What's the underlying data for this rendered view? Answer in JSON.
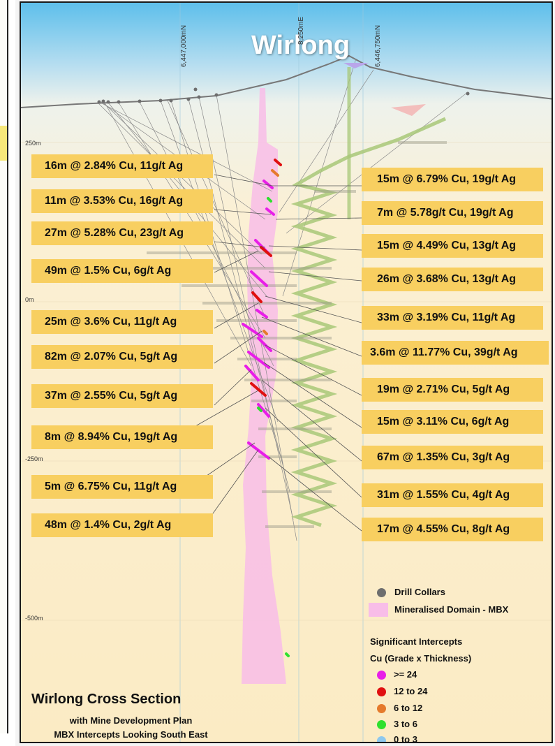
{
  "title": "Wirlong",
  "grid_labels": [
    "6,447,000mN",
    "8,250mE",
    "6,446,750mN"
  ],
  "elevation_labels": [
    "250m",
    "0m",
    "-250m",
    "-500m"
  ],
  "left_intercepts": [
    "16m @ 2.84% Cu, 11g/t Ag",
    "11m @ 3.53% Cu, 16g/t Ag",
    "27m @ 5.28% Cu, 23g/t Ag",
    "49m @ 1.5% Cu, 6g/t Ag",
    "25m @ 3.6% Cu, 11g/t Ag",
    "82m @ 2.07% Cu, 5g/t Ag",
    "37m @ 2.55% Cu, 5g/t Ag",
    "8m @ 8.94% Cu, 19g/t Ag",
    "5m @ 6.75% Cu, 11g/t Ag",
    "48m @ 1.4% Cu, 2g/t Ag"
  ],
  "right_intercepts": [
    "15m @ 6.79% Cu, 19g/t Ag",
    "7m @ 5.78g/t Cu, 19g/t Ag",
    "15m @ 4.49% Cu, 13g/t Ag",
    "26m @ 3.68% Cu, 13g/t Ag",
    "33m @ 3.19% Cu, 11g/t Ag",
    "3.6m @ 11.77% Cu, 39g/t Ag",
    "19m @ 2.71% Cu, 5g/t Ag",
    "15m @ 3.11% Cu, 6g/t Ag",
    "67m @ 1.35% Cu, 3g/t Ag",
    "31m @ 1.55% Cu, 4g/t Ag",
    "17m @ 4.55% Cu, 8g/t Ag"
  ],
  "legend": {
    "drill_collars": "Drill Collars",
    "domain": "Mineralised Domain - MBX",
    "heading1": "Significant Intercepts",
    "heading2": "Cu (Grade x Thickness)",
    "classes": [
      {
        "label": ">= 24",
        "color": "#e81ee8"
      },
      {
        "label": "12 to 24",
        "color": "#e01010"
      },
      {
        "label": "6 to 12",
        "color": "#e57a2c"
      },
      {
        "label": "3 to 6",
        "color": "#2ee02e"
      },
      {
        "label": "0 to 3",
        "color": "#8ec8ee"
      }
    ]
  },
  "bottom": {
    "title": "Wirlong Cross Section",
    "sub1": "with Mine Development Plan",
    "sub2": "MBX Intercepts Looking South East"
  },
  "colors": {
    "label_bg": "#f8cf60",
    "domain": "#f8bde8",
    "decline": "#a8c878",
    "collar": "#6e6e6e"
  }
}
